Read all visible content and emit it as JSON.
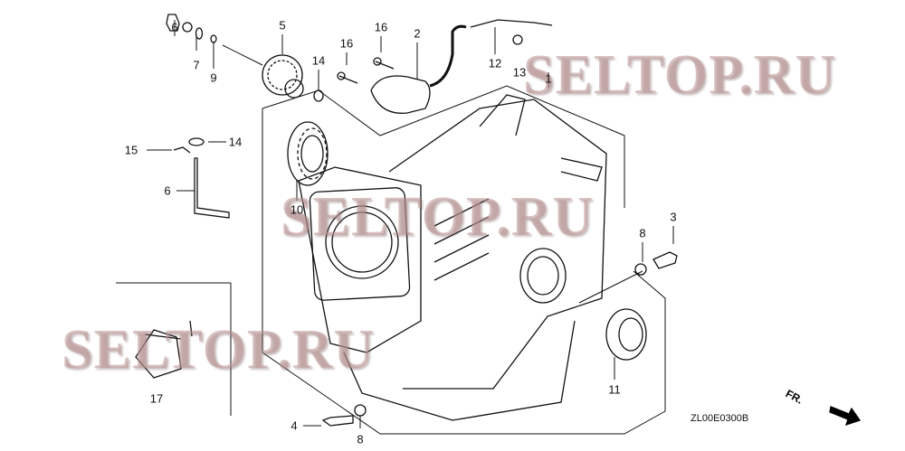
{
  "diagram": {
    "callouts": [
      "1",
      "2",
      "3",
      "4",
      "5",
      "6",
      "6",
      "7",
      "8",
      "8",
      "9",
      "10",
      "11",
      "12",
      "13",
      "14",
      "14",
      "15",
      "16",
      "16",
      "17"
    ],
    "watermarks": [
      "SELTOP.RU",
      "SELTOP.RU",
      "SELTOP.RU"
    ],
    "drawing_code": "ZL00E0300B",
    "direction_label": "FR."
  }
}
